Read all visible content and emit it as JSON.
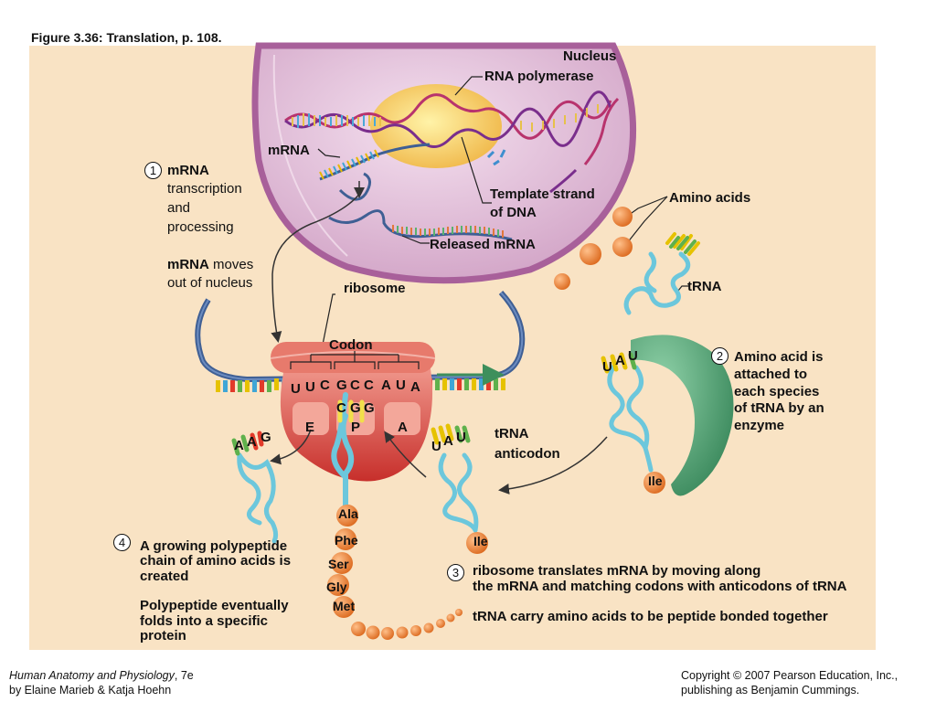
{
  "figure_title": "Figure 3.36:  Translation, p. 108.",
  "labels": {
    "nucleus": "Nucleus",
    "rna_polymerase": "RNA polymerase",
    "mrna": "mRNA",
    "template_strand_1": "Template strand",
    "template_strand_2": "of DNA",
    "released_mrna": "Released mRNA",
    "amino_acids": "Amino acids",
    "trna": "tRNA",
    "ribosome": "ribosome",
    "codon": "Codon",
    "trna_anticodon_1": "tRNA",
    "trna_anticodon_2": "anticodon",
    "site_e": "E",
    "site_p": "P",
    "site_a": "A"
  },
  "steps": [
    {
      "number": "1",
      "bold": "mRNA",
      "lines": [
        "transcription",
        "and",
        "processing"
      ],
      "extra_bold": "mRNA",
      "extra_rest": " moves",
      "extra_line2": "out of nucleus"
    },
    {
      "number": "2",
      "lines": [
        "Amino acid is",
        "attached to",
        "each species",
        "of tRNA by an",
        "enzyme"
      ]
    },
    {
      "number": "3",
      "lines": [
        "ribosome translates mRNA by moving along",
        "the mRNA and matching codons with anticodons of tRNA"
      ],
      "extra": "tRNA carry amino acids to be peptide bonded together"
    },
    {
      "number": "4",
      "lines": [
        "A growing polypeptide",
        "chain of amino acids is",
        "created"
      ],
      "extra_lines": [
        "Polypeptide eventually",
        "folds into a specific",
        "protein"
      ]
    }
  ],
  "codons": {
    "mrna": [
      "U",
      "U",
      "C",
      "G",
      "C",
      "C",
      "A",
      "U",
      "A"
    ],
    "p_anticodon": [
      "C",
      "G",
      "G"
    ],
    "e_trna": [
      "A",
      "A",
      "G"
    ],
    "incoming_trna": [
      "U",
      "A",
      "U"
    ],
    "enzyme_trna": [
      "U",
      "A",
      "U"
    ]
  },
  "amino_acids": {
    "chain": [
      "Ala",
      "Phe",
      "Ser",
      "Gly",
      "Met"
    ],
    "incoming": "Ile",
    "enzyme": "Ile"
  },
  "colors": {
    "panel": "#f9e3c4",
    "nucleus": "#e3bcd8",
    "ribosome": "#d9463f",
    "enzyme": "#3f9a68",
    "trna": "#6cc7dc",
    "amino_acid": "#ea7d32",
    "mrna_backbone": "#3f5f94"
  },
  "citation": {
    "book": "Human Anatomy and Physiology",
    "edition": ", 7e",
    "authors": "by Elaine Marieb & Katja Hoehn",
    "copyright": "Copyright © 2007 Pearson Education, Inc.,",
    "publisher": "publishing as Benjamin Cummings."
  }
}
